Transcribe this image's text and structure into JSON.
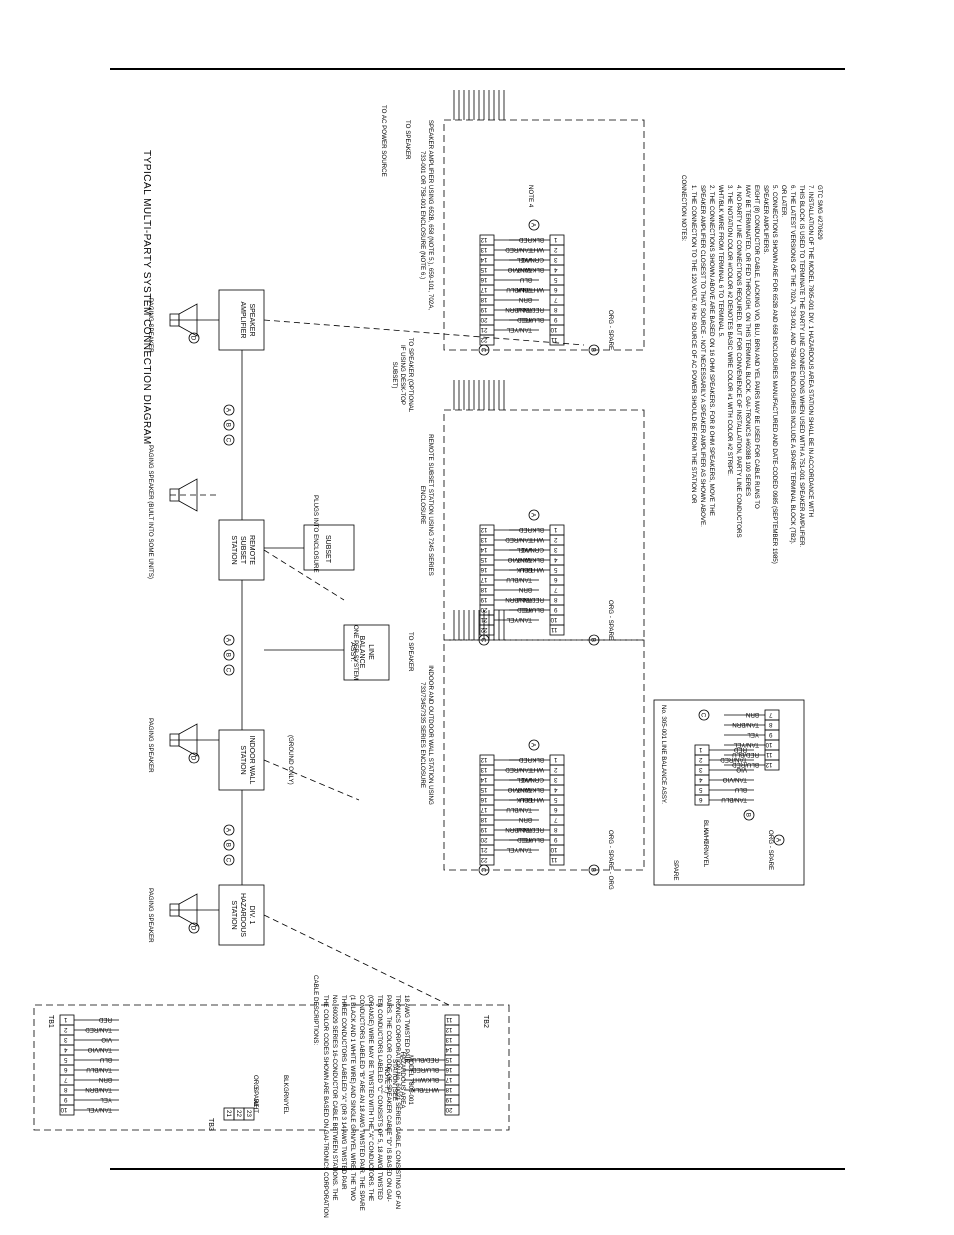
{
  "diagram": {
    "title": "TYPICAL MULTI-PARTY SYSTEM CONNECTION DIAGRAM",
    "blocks": {
      "hazardous_station": "DIV. 1 HAZARDOUS STATION",
      "indoor_wall_station": "INDOOR WALL STATION",
      "remote_subset_station": "REMOTE SUBSET STATION",
      "subset": "SUBSET",
      "speaker_amplifier": "SPEAKER AMPLIFIER",
      "line_balance": "LINE BALANCE ASSY.",
      "paging_speaker": "PAGING SPEAKER",
      "paging_speaker_builtin": "PAGING SPEAKER (BUILT INTO SOME UNITS)",
      "one_per_system": "ONE PER SYSTEM",
      "plugs_into": "PLUGS INTO ENCLOSURE",
      "ground_only": "(GROUND ONLY)"
    },
    "cable_letters": [
      "A",
      "B",
      "C",
      "D"
    ],
    "panels": {
      "model_7805": {
        "title": "MODEL 7805-001 HAZARDOUS AREA STATION (SEE NOTE 7.)",
        "tb1": "TB1",
        "tb2": "TB2",
        "tb3": "TB3",
        "tb1_rows": [
          {
            "n": "1",
            "c": "RED"
          },
          {
            "n": "2",
            "c": "TAN/RED"
          },
          {
            "n": "3",
            "c": "VIO"
          },
          {
            "n": "4",
            "c": "TAN/VIO"
          },
          {
            "n": "5",
            "c": "BLU"
          },
          {
            "n": "6",
            "c": "TAN/BLU"
          },
          {
            "n": "7",
            "c": "BRN"
          },
          {
            "n": "8",
            "c": "TAN/BRN"
          },
          {
            "n": "9",
            "c": "YEL"
          },
          {
            "n": "10",
            "c": "TAN/YEL"
          }
        ],
        "tb2_rows": [
          {
            "n": "11",
            "c": ""
          },
          {
            "n": "12",
            "c": ""
          },
          {
            "n": "13",
            "c": ""
          },
          {
            "n": "14",
            "c": ""
          },
          {
            "n": "15",
            "c": "RED/BLU"
          },
          {
            "n": "16",
            "c": "BLU/RED"
          },
          {
            "n": "17",
            "c": "BLK/WHT"
          },
          {
            "n": "18",
            "c": "WHT/BLK"
          },
          {
            "n": "19",
            "c": ""
          },
          {
            "n": "20",
            "c": ""
          }
        ],
        "tb3_rows": [
          "21",
          "22",
          "23"
        ],
        "extra": [
          "ORG",
          "SPARE",
          "WHT",
          "BLK",
          "GRN/YEL"
        ]
      },
      "wall_station": {
        "title": "INDOOR AND OUTDOOR WALL STATION USING 733/7345/7335 SERIES ENCLOSURE",
        "left_rows": [
          {
            "n": "12",
            "c": "RED"
          },
          {
            "n": "13",
            "c": "TAN/RED"
          },
          {
            "n": "14",
            "c": "VIO"
          },
          {
            "n": "15",
            "c": "TAN/VIO"
          },
          {
            "n": "16",
            "c": "BLU"
          },
          {
            "n": "17",
            "c": "TAN/BLU"
          },
          {
            "n": "18",
            "c": "BRN"
          },
          {
            "n": "19",
            "c": "TAN/BRN"
          },
          {
            "n": "20",
            "c": "YEL"
          },
          {
            "n": "21",
            "c": "TAN/YEL"
          },
          {
            "n": "22",
            "c": ""
          }
        ],
        "right_rows": [
          {
            "n": "1",
            "c": "BLK"
          },
          {
            "n": "2",
            "c": "WHT"
          },
          {
            "n": "3",
            "c": "GRN/YEL"
          },
          {
            "n": "4",
            "c": "BLK/WHT"
          },
          {
            "n": "5",
            "c": "WHT/BLK"
          },
          {
            "n": "6",
            "c": ""
          },
          {
            "n": "7",
            "c": ""
          },
          {
            "n": "8",
            "c": "RED/BLU"
          },
          {
            "n": "9",
            "c": "BLU/RED"
          },
          {
            "n": "10",
            "c": ""
          },
          {
            "n": "11",
            "c": ""
          }
        ],
        "spare": "ORG - SPARE - ORG",
        "to_speaker": "TO SPEAKER"
      },
      "subset_station": {
        "title": "REMOTE SUBSET STATION USING 7245 SERIES ENCLOSURE",
        "left_rows": [
          {
            "n": "12",
            "c": "RED"
          },
          {
            "n": "13",
            "c": "TAN/RED"
          },
          {
            "n": "14",
            "c": "VIO"
          },
          {
            "n": "15",
            "c": "TAN/VIO"
          },
          {
            "n": "16",
            "c": "BLU"
          },
          {
            "n": "17",
            "c": "TAN/BLU"
          },
          {
            "n": "18",
            "c": "BRN"
          },
          {
            "n": "19",
            "c": "TAN/BRN"
          },
          {
            "n": "20",
            "c": "YEL"
          },
          {
            "n": "21",
            "c": "TAN/YEL"
          },
          {
            "n": "22",
            "c": ""
          }
        ],
        "right_rows": [
          {
            "n": "1",
            "c": "BLK"
          },
          {
            "n": "2",
            "c": "WHT"
          },
          {
            "n": "3",
            "c": "GRN/YEL"
          },
          {
            "n": "4",
            "c": "BLK/WHT"
          },
          {
            "n": "5",
            "c": "WHT/BLK"
          },
          {
            "n": "6",
            "c": ""
          },
          {
            "n": "7",
            "c": ""
          },
          {
            "n": "8",
            "c": "RED/BLU"
          },
          {
            "n": "9",
            "c": "BLU/RED"
          },
          {
            "n": "10",
            "c": ""
          },
          {
            "n": "11",
            "c": ""
          }
        ],
        "spare": "ORG - SPARE",
        "to_speaker": "TO SPEAKER (OPTIONAL IF USING DESK-TOP SUBSET)"
      },
      "amplifier": {
        "title": "SPEAKER AMPLIFIER USING 652B, 658 (NOTE 5.), 659-101, 702A, 733-001 OR 758-001 ENCLOSURE (NOTE 6.)",
        "note4": "NOTE 4",
        "left_rows": [
          {
            "n": "12",
            "c": "RED"
          },
          {
            "n": "13",
            "c": "TAN/RED"
          },
          {
            "n": "14",
            "c": "VIO"
          },
          {
            "n": "15",
            "c": "TAN/VIO"
          },
          {
            "n": "16",
            "c": "BLU"
          },
          {
            "n": "17",
            "c": "TAN/BLU"
          },
          {
            "n": "18",
            "c": "BRN"
          },
          {
            "n": "19",
            "c": "TAN/BRN"
          },
          {
            "n": "20",
            "c": "YEL"
          },
          {
            "n": "21",
            "c": "TAN/YEL"
          },
          {
            "n": "22",
            "c": ""
          }
        ],
        "right_rows": [
          {
            "n": "1",
            "c": "BLK"
          },
          {
            "n": "2",
            "c": "WHT"
          },
          {
            "n": "3",
            "c": "GRN/YEL"
          },
          {
            "n": "4",
            "c": "BLK/WHT"
          },
          {
            "n": "5",
            "c": ""
          },
          {
            "n": "6",
            "c": "WHT/BLK"
          },
          {
            "n": "7",
            "c": ""
          },
          {
            "n": "8",
            "c": "RED/BLU"
          },
          {
            "n": "9",
            "c": "BLU/RED"
          },
          {
            "n": "10",
            "c": ""
          },
          {
            "n": "11",
            "c": ""
          }
        ],
        "spare": "ORG - SPARE",
        "to_ac": "TO AC POWER SOURCE",
        "to_speaker": "TO SPEAKER"
      },
      "line_balance": {
        "title": "No. 305-001 LINE BALANCE ASSY.",
        "left_rows": [
          {
            "n": "1",
            "c": "RED"
          },
          {
            "n": "2",
            "c": "TAN/RED"
          },
          {
            "n": "3",
            "c": "VIO"
          },
          {
            "n": "4",
            "c": "TAN/VIO"
          },
          {
            "n": "5",
            "c": "BLU"
          },
          {
            "n": "6",
            "c": "TAN/BLU"
          }
        ],
        "right_rows": [
          {
            "n": "7",
            "c": "BRN"
          },
          {
            "n": "8",
            "c": "TAN/BRN"
          },
          {
            "n": "9",
            "c": "YEL"
          },
          {
            "n": "10",
            "c": "TAN/YEL"
          },
          {
            "n": "11",
            "c": "RED/BLU"
          },
          {
            "n": "12",
            "c": "BLU/RED"
          }
        ],
        "spare_left": "SPARE",
        "spare_right": "ORG - SPARE",
        "ground": [
          "BLK",
          "WHT",
          "GRN/YEL"
        ]
      }
    },
    "cable_descriptions": {
      "heading": "CABLE DESCRIPTIONS:",
      "lines": [
        "THE COLOR CODES SHOWN ARE BASED ON GAI-TRONICS CORPORATION",
        "No. 60029 SERIES 16-CONDUCTOR CABLE BETWEEN STATIONS. THE",
        "THREE CONDUCTORS LABELED \"A\" (OR 3 14 AWG TWISTED PAIR",
        "(1 BLACK AND 1 WHITE WIRE) AND SINGLE GRN/YEL WIRE. THE TWO",
        "CONDUCTORS LABELED \"B\" ARE AN 18 AWG TWISTED PAIR. THE SPARE",
        "(ORANGE) WIRE MAY BE TWISTED WITH THE \"A\" CONDUCTORS. THE",
        "TEN CONDUCTORS LABELED \"C\" CONSISTS OF 5, 18 AWG, TWISTED",
        "PAIRS. THE COLOR CODE OF SPEAKER CABLE \"D\" IS BASED ON GAI-",
        "TRONICS CORPORATION No. 60021 SERIES CABLE, CONSISTING OF AN",
        "18 AWG TWISTED PAIR."
      ]
    },
    "connection_notes": {
      "heading": "CONNECTION NOTES:",
      "lines": [
        "1. THE CONNECTION TO THE 120 VOLT, 60 Hz SOURCE OF AC POWER SHOULD BE FROM THE STATION OR",
        "SPEAKER AMPLIFIER CLOSEST TO THAT SOURCE - NOT NECESSARILY A SPEAKER AMPLIFIER AS SHOWN ABOVE.",
        "2. THE CONNECTIONS SHOWN ABOVE ARE BASED ON 16 OHM SPEAKERS. FOR 8 OHM SPEAKERS, MOVE THE",
        "WHT/BLK WIRE FROM TERMINAL 6 TO TERMINAL 5.",
        "3. THE NOTATION COLOR #/COLOR #2 DENOTES BASIC WIRE COLOR #1 WITH COLOR #2 STRIPE.",
        "4. NO PARTY LINE CONNECTIONS REQUIRED, BUT FOR CONVENIENCE OF INSTALLATION, PARTY LINE CONDUCTORS",
        "MAY BE TERMINATED, OR FED THROUGH, ON THIS TERMINAL BLOCK. GAI-TRONICS #6038B 100 SERIES",
        "EIGHT (8) CONDUCTOR CABLE, LACKING VIO, BLU, BRN AND YEL PAIRS MAY BE USED FOR CABLE RUNS TO",
        "SPEAKER AMPLIFIERS.",
        "5. CONNECTIONS SHOWN ARE FOR 652B AND 658 ENCLOSURES MANUFACTURED AND DATE-CODED 0985 (SEPTEMBER 1985)",
        "OR LATER.",
        "6. THE LATEST VERSIONS OF THE 702A, 733-001, AND 758-001 ENCLOSURES INCLUDE A SPARE TERMINAL BLOCK (TB2).",
        "THIS BLOCK IS USED TO TERMINATE THE PARTY LINE CONNECTIONS WHEN USED WITH A 751-001 SPEAKER AMPLIFIER.",
        "7. INSTALLATION OF THE MODEL 7805-001 DIV. 1 HAZARDOUS AREA STATION SHALL BE IN ACCORDANCE WITH",
        "GTC SMG #270629"
      ]
    }
  }
}
